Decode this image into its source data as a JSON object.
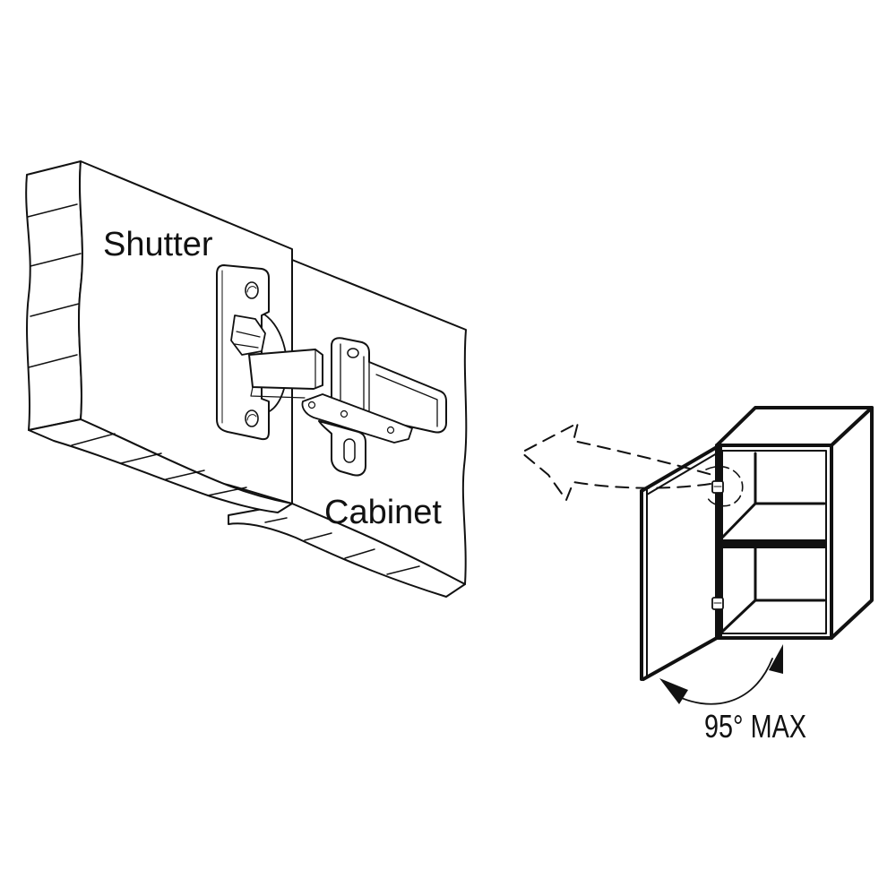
{
  "diagram": {
    "type": "concealed-hinge-installation",
    "labels": {
      "shutter": "Shutter",
      "cabinet": "Cabinet",
      "opening_angle": "95° MAX"
    },
    "colors": {
      "line": "#111111",
      "background": "#ffffff"
    },
    "components": [
      {
        "id": "shutter-panel",
        "label": "Shutter"
      },
      {
        "id": "cabinet-panel",
        "label": "Cabinet"
      },
      {
        "id": "hinge",
        "parts": [
          "hinge-cup-plate",
          "hinge-arm",
          "mounting-plate"
        ]
      },
      {
        "id": "cabinet-illustration",
        "parts": [
          "open-door",
          "shelf",
          "hinge-marker-top",
          "hinge-marker-bottom",
          "opening-direction-arrow",
          "angle-arc"
        ]
      }
    ],
    "opening_angle_deg": 95
  }
}
